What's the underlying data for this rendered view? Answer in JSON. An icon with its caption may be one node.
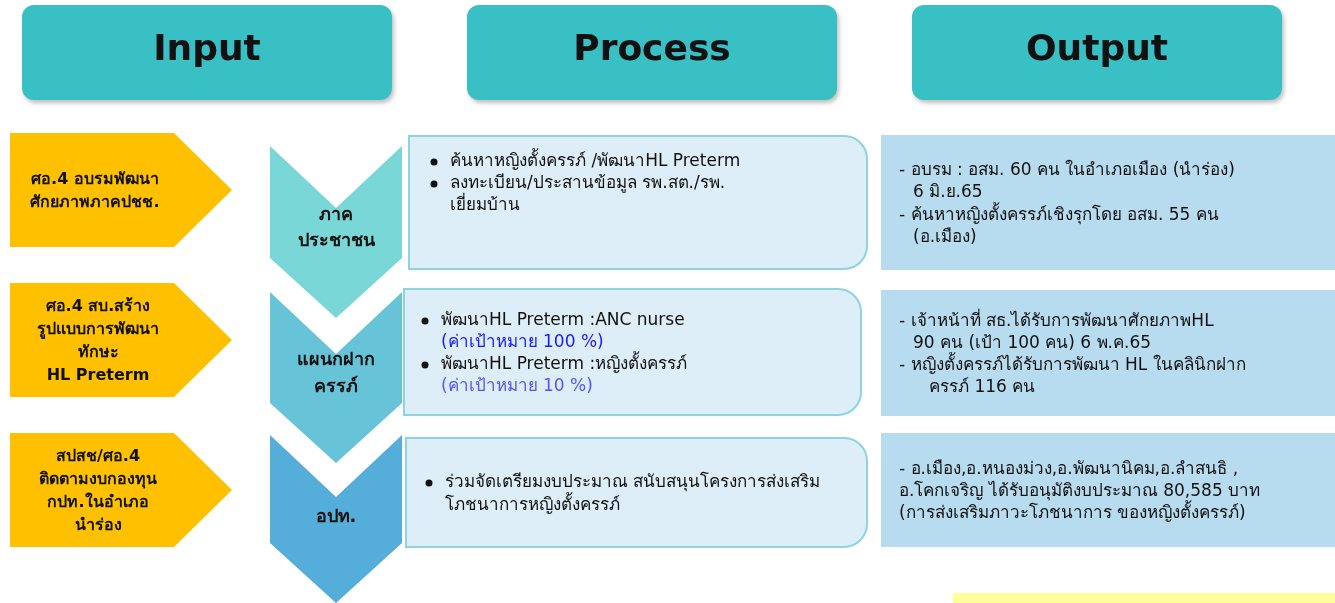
{
  "diagram": {
    "nodes": [
      {
        "text": [
          "Input"
        ]
      },
      {
        "text": [
          "Process"
        ]
      },
      {
        "text": [
          "Output"
        ]
      },
      {
        "text": [
          "ศอ.4 อบรมพัฒนาศักยภาพภาคปชช."
        ]
      },
      {
        "text": [
          "ศอ.4 สบ.สร้าง รูปแบบการพัฒนา ทักษะ HL Preterm"
        ]
      },
      {
        "text": [
          "สปสช/ศอ.4 ติดตามงบกองทุน กปท.ในอำเภอ นำร่อง"
        ]
      },
      {
        "text": [
          "ภาค ประชาชน"
        ]
      },
      {
        "text": [
          "แผนกฝาก ครรภ์"
        ]
      },
      {
        "text": [
          "อปท."
        ]
      },
      {
        "text": [
          "ค้นหาหญิงตั้งครรภ์ /พัฒนาHL Preterm",
          "ลงทะเบียน/ประสานข้อมูล รพ.สต./รพ. เยี่ยมบ้าน"
        ]
      },
      {
        "text": [
          "พัฒนาHL Preterm :ANC nurse",
          "(ค่าเป้าหมาย 100 %)",
          "พัฒนาHL Preterm :หญิงตั้งครรภ์",
          "(ค่าเป้าหมาย 10 %)"
        ]
      },
      {
        "text": [
          "ร่วมจัดเตรียมงบประมาณ สนับสนุนโครงการส่งเสริมโภชนาการหญิงตั้งครรภ์"
        ]
      },
      {
        "text": [
          "- อบรม : อสม. 60 คน ในอำเภอเมือง (นำร่อง) 6 มิ.ย.65",
          "- ค้นหาหญิงตั้งครรภ์เชิงรุกโดย อสม. 55 คน (อ.เมือง)"
        ]
      },
      {
        "text": [
          "- เจ้าหน้าที่ สธ.ได้รับการพัฒนาศักยภาพHL 90 คน (เป้า 100 คน)  6 พ.ค.65",
          "- หญิงตั้งครรภ์ได้รับการพัฒนา HL ในคลินิกฝากครรภ์ 116 คน"
        ]
      },
      {
        "text": [
          "- อ.เมือง,อ.หนองม่วง,อ.พัฒนานิคม,อ.ลำสนธิ , อ.โคกเจริญ ได้รับอนุมัติงบประมาณ 80,585 บาท (การส่งเสริมภาวะโภชนาการ ของหญิงตั้งครรภ์)"
        ]
      }
    ]
  }
}
